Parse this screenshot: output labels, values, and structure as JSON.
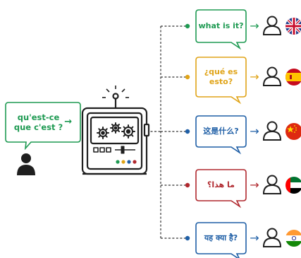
{
  "source": {
    "line1": "qu'est-ce",
    "line2": "que c'est ?",
    "arrow": "→",
    "bubble_color": "#1e9a52"
  },
  "translations": [
    {
      "language": "english",
      "lines": [
        "what is it?"
      ],
      "bubble_color": "#1e9a52",
      "dot_color": "#1e9a52",
      "flag": "uk-flag-icon"
    },
    {
      "language": "spanish",
      "lines": [
        "¿qué es",
        "esto?"
      ],
      "bubble_color": "#e0a418",
      "dot_color": "#e0a418",
      "flag": "spain-flag-icon"
    },
    {
      "language": "chinese",
      "lines": [
        "这是什么?"
      ],
      "bubble_color": "#1f5fa6",
      "dot_color": "#1f5fa6",
      "flag": "china-flag-icon"
    },
    {
      "language": "arabic",
      "lines": [
        "ما هذا؟"
      ],
      "bubble_color": "#b0282e",
      "dot_color": "#b0282e",
      "flag": "uae-flag-icon"
    },
    {
      "language": "hindi",
      "lines": [
        "यह क्या है?"
      ],
      "bubble_color": "#1f5fa6",
      "dot_color": "#1f5fa6",
      "flag": "india-flag-icon"
    }
  ],
  "arrow_glyph": "→",
  "machine": {
    "led_colors": [
      "#1e9a52",
      "#e0a418",
      "#1f5fa6",
      "#b0282e"
    ]
  }
}
